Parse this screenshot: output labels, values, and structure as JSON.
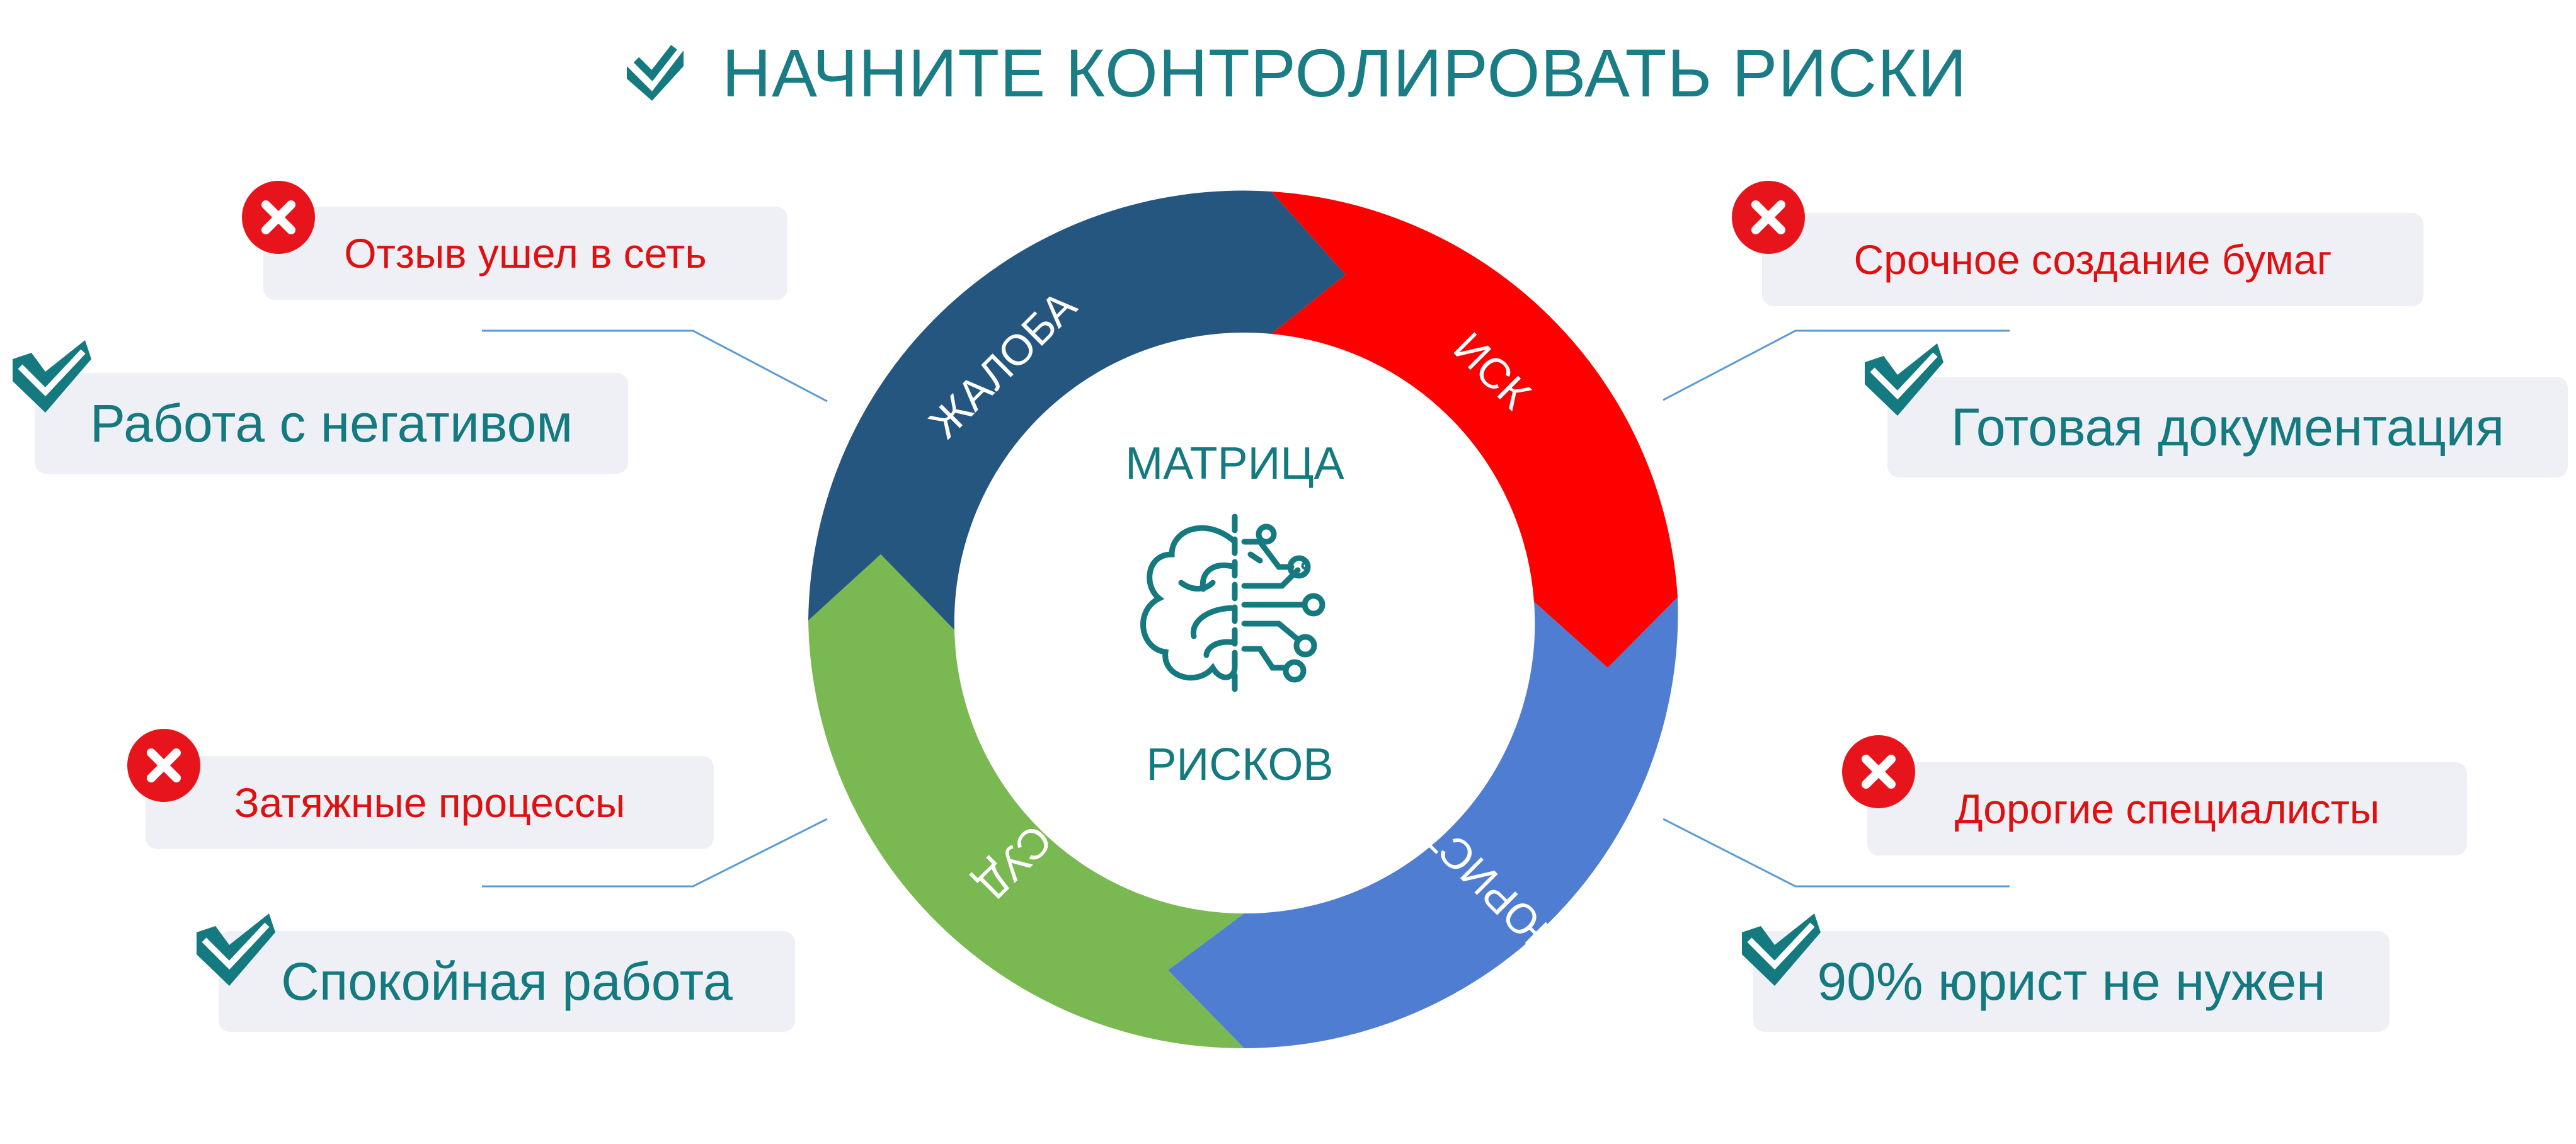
{
  "title": "НАЧНИТЕ КОНТРОЛИРОВАТЬ РИСКИ",
  "center": {
    "top_label": "МАТРИЦА",
    "bottom_label": "РИСКОВ"
  },
  "segments": [
    {
      "label": "ЖАЛОБА",
      "color": "#25567f"
    },
    {
      "label": "ИСК",
      "color": "#fe0000"
    },
    {
      "label": "ЮРИСТЫ",
      "color": "#4f7dd2"
    },
    {
      "label": "СУД",
      "color": "#7ab851"
    }
  ],
  "problems": [
    {
      "text": "Отзыв ушел в сеть"
    },
    {
      "text": "Срочное создание бумаг"
    },
    {
      "text": "Затяжные процессы"
    },
    {
      "text": "Дорогие специалисты"
    }
  ],
  "solutions": [
    {
      "text": "Работа с негативом"
    },
    {
      "text": "Готовая документация"
    },
    {
      "text": "Спокойная работа"
    },
    {
      "text": "90% юрист не нужен"
    }
  ],
  "colors": {
    "teal": "#147a80",
    "red": "#e01010",
    "box_bg": "#eef0f6",
    "line": "#5b9bd5"
  },
  "icons": {
    "check": "teal-check-icon",
    "cross": "red-x-icon",
    "brain": "brain-circuit-icon"
  }
}
